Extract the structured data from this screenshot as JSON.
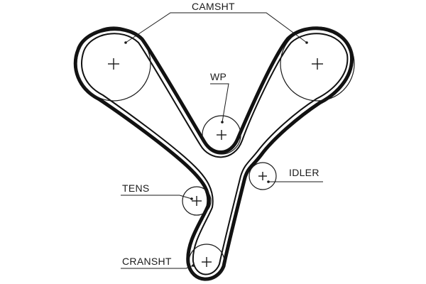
{
  "diagram": {
    "labels": {
      "camshaft": "CAMSHT",
      "water_pump": "WP",
      "tensioner": "TENS",
      "idler": "IDLER",
      "crankshaft": "CRANSHT"
    },
    "colors": {
      "belt": "#111111",
      "lines": "#1a1a1a",
      "background": "#ffffff"
    }
  }
}
